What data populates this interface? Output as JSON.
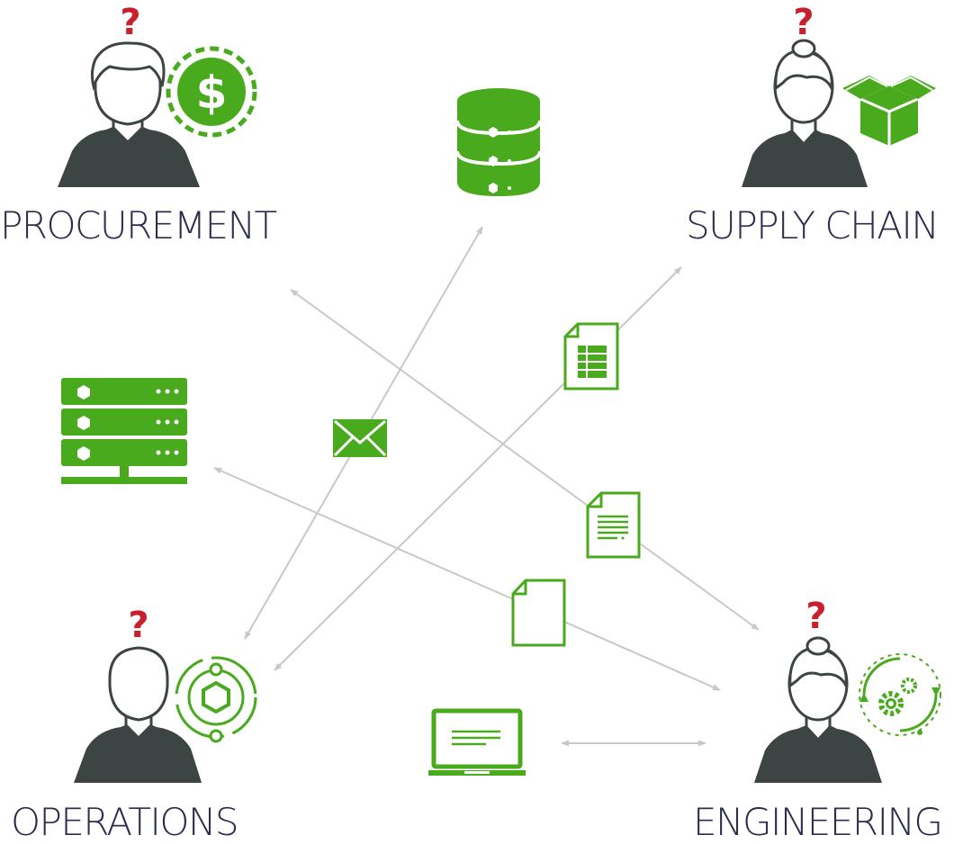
{
  "colors": {
    "green": "#4aaa1e",
    "person": "#3d4444",
    "question": "#c8202f",
    "label": "#2b2d4d",
    "arrow": "#c8c8c8"
  },
  "roles": {
    "procurement": "PROCUREMENT",
    "supply_chain": "SUPPLY CHAIN",
    "operations": "OPERATIONS",
    "engineering": "ENGINEERING"
  },
  "question_mark": "?",
  "currency_symbol": "$",
  "icons": {
    "procurement_badge": "dollar-coin-icon",
    "supply_chain_badge": "open-box-icon",
    "operations_badge": "orbit-hexagon-icon",
    "engineering_badge": "gears-cycle-icon",
    "database": "database-icon",
    "server": "server-rack-icon",
    "email": "envelope-icon",
    "spreadsheet": "spreadsheet-document-icon",
    "text_document": "text-document-icon",
    "blank_document": "blank-document-icon",
    "laptop": "laptop-icon"
  }
}
